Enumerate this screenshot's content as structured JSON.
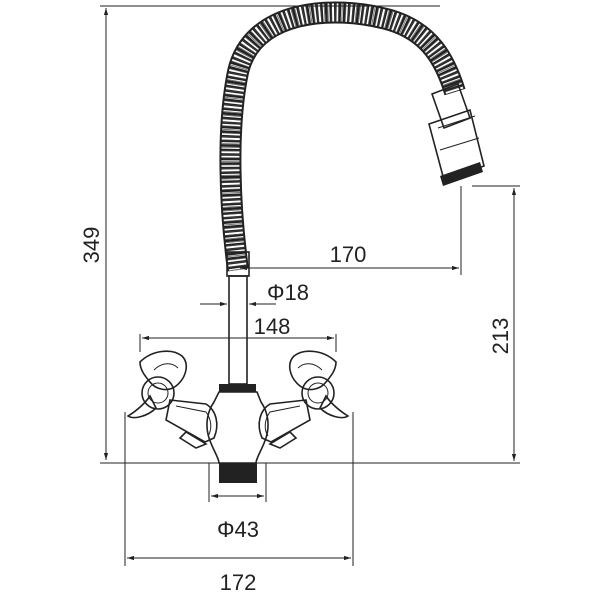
{
  "drawing": {
    "subject": "faucet technical drawing",
    "dimensions": {
      "total_height": "349",
      "spout_reach": "170",
      "pipe_diameter": "Φ18",
      "handle_span": "148",
      "spout_height": "213",
      "base_diameter": "Φ43",
      "overall_width": "172"
    }
  }
}
